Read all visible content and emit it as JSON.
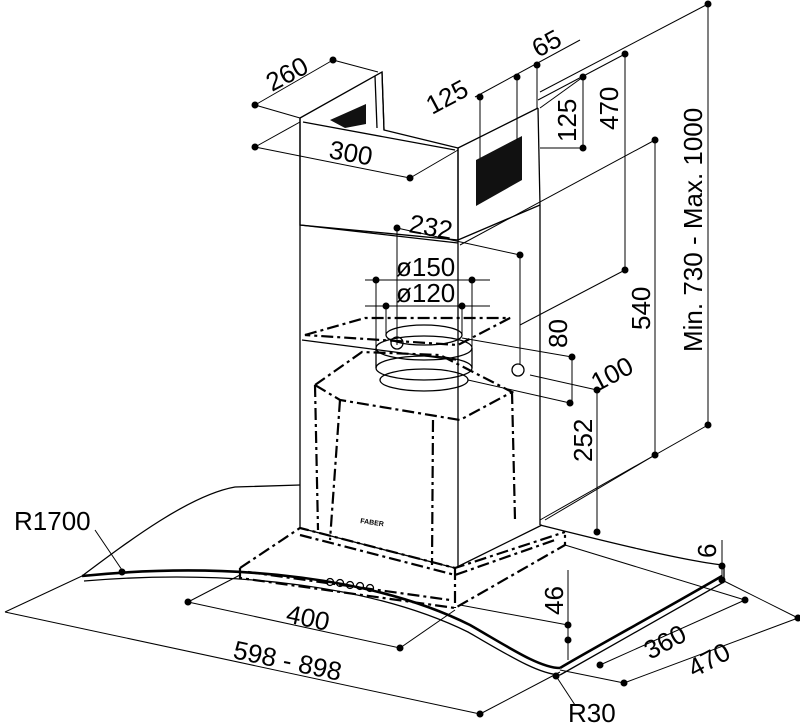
{
  "dimensions": {
    "w260": "260",
    "w65": "65",
    "w125a": "125",
    "w125b": "125",
    "h470top": "470",
    "range": "Min. 730 - Max. 1000",
    "w300": "300",
    "w232": "232",
    "d150": "ø150",
    "d120": "ø120",
    "h540": "540",
    "h80": "80",
    "h100": "100",
    "h252": "252",
    "r1700": "R1700",
    "h6": "6",
    "h46": "46",
    "w400": "400",
    "w360": "360",
    "w470": "470",
    "w598": "598 - 898",
    "r30": "R30"
  },
  "brand": "FABER"
}
